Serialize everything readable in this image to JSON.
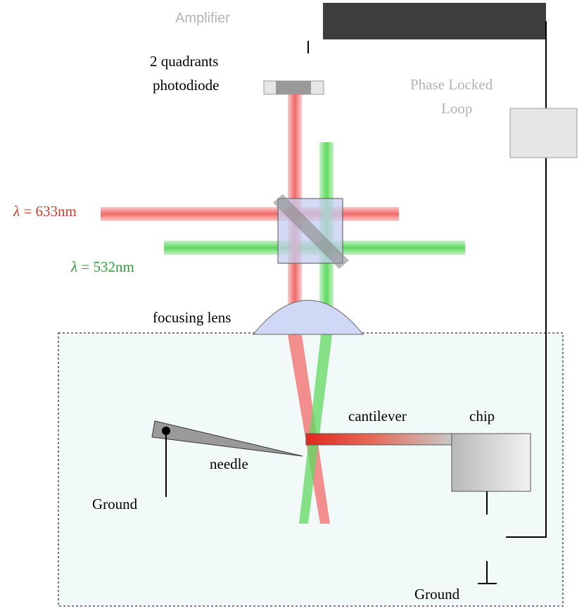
{
  "labels": {
    "amplifier": "Amplifier",
    "photodiode_line1": "2 quadrants",
    "photodiode_line2": "photodiode",
    "pll_line1": "Phase Locked",
    "pll_line2": "Loop",
    "laser_red_symbol": "λ",
    "laser_red_value": " = 633nm",
    "laser_green_symbol": "λ",
    "laser_green_value": " = 532nm",
    "focusing_lens": "focusing lens",
    "cantilever": "cantilever",
    "chip": "chip",
    "needle": "needle",
    "ground_left": "Ground",
    "ground_right": "Ground"
  },
  "colors": {
    "red_beam": "#f26a6a",
    "green_beam": "#5fd85f",
    "amplifier_box": "#3d3d3d",
    "pll_box": "#e6e6e6",
    "beam_splitter_cube": "#c4cef0",
    "lens": "#cfd8f5",
    "enclosure": "#f2f9f9"
  }
}
